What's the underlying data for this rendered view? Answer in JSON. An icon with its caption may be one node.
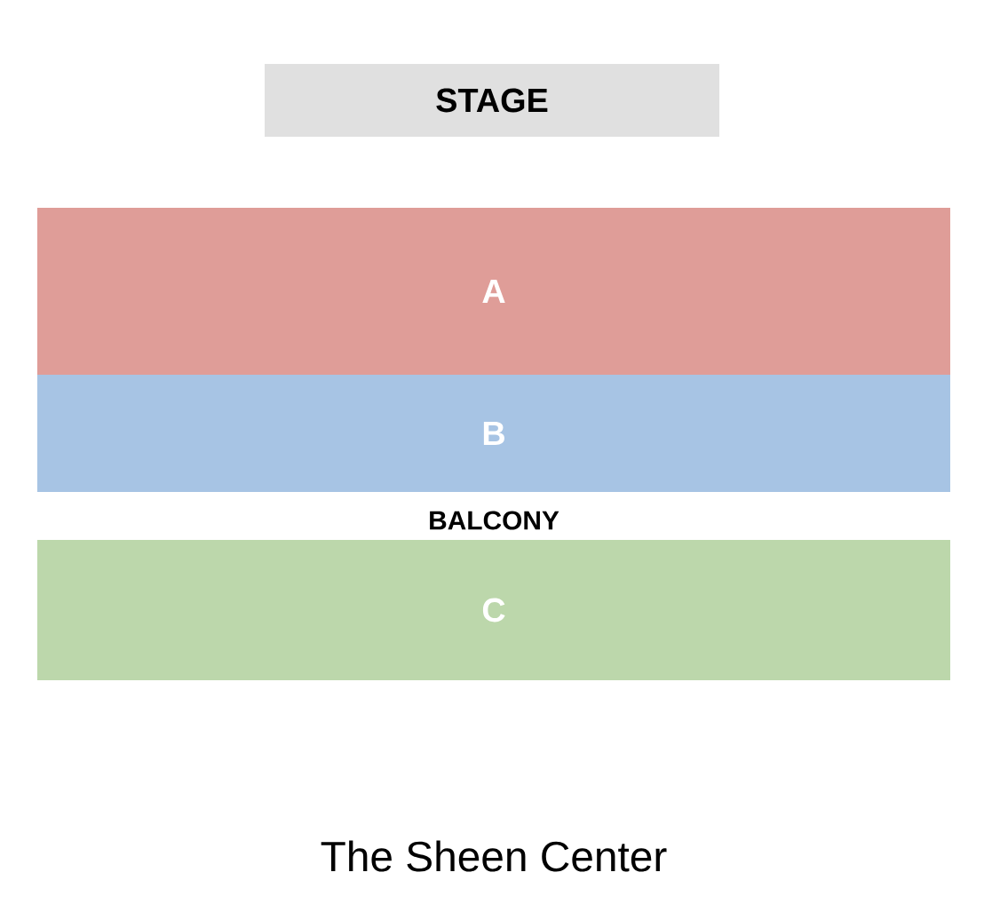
{
  "diagram": {
    "caption": "The Sheen Center",
    "nodes": [
      {
        "text": [
          "STAGE"
        ]
      },
      {
        "text": [
          "A"
        ]
      },
      {
        "text": [
          "B"
        ]
      },
      {
        "text": [
          "C"
        ]
      }
    ],
    "labels": [
      "BALCONY"
    ]
  }
}
